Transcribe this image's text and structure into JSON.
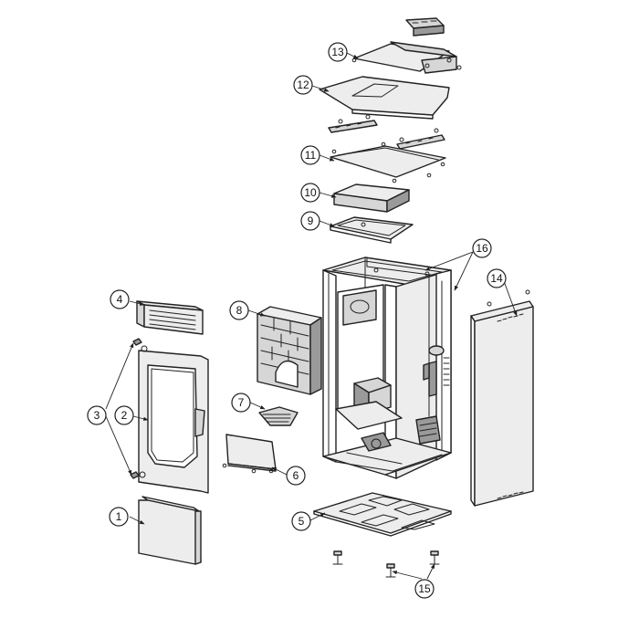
{
  "callouts": [
    {
      "id": "1",
      "label": "1"
    },
    {
      "id": "2",
      "label": "2"
    },
    {
      "id": "3",
      "label": "3"
    },
    {
      "id": "4",
      "label": "4"
    },
    {
      "id": "5",
      "label": "5"
    },
    {
      "id": "6",
      "label": "6"
    },
    {
      "id": "7",
      "label": "7"
    },
    {
      "id": "8",
      "label": "8"
    },
    {
      "id": "9",
      "label": "9"
    },
    {
      "id": "10",
      "label": "10"
    },
    {
      "id": "11",
      "label": "11"
    },
    {
      "id": "12",
      "label": "12"
    },
    {
      "id": "13",
      "label": "13"
    },
    {
      "id": "14",
      "label": "14"
    },
    {
      "id": "15",
      "label": "15"
    },
    {
      "id": "16",
      "label": "16"
    }
  ],
  "colors": {
    "line": "#222222",
    "panel_light": "#ededed",
    "panel_mid": "#d6d6d6",
    "panel_dark": "#9a9a9a"
  }
}
